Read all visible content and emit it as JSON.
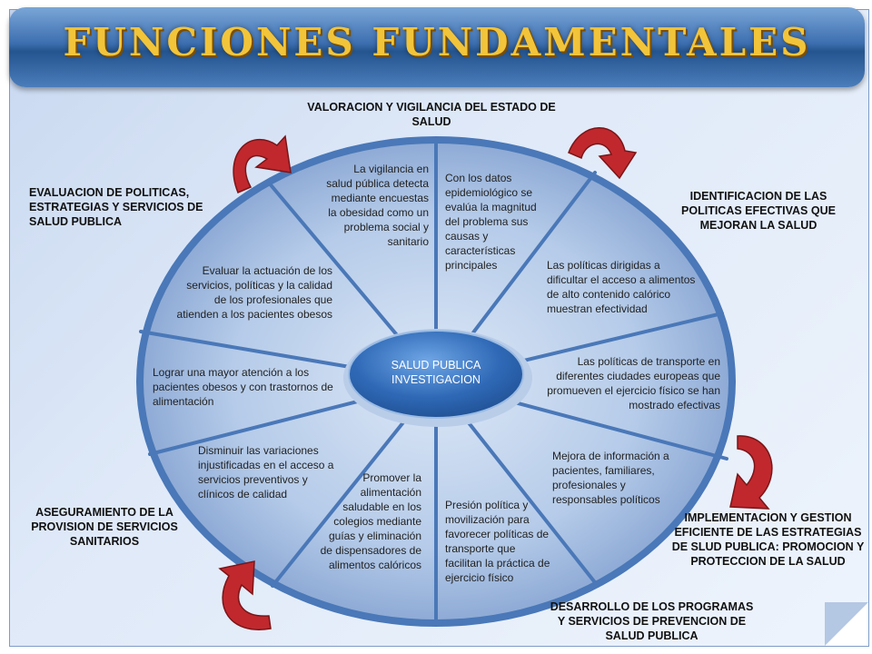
{
  "title": "FUNCIONES FUNDAMENTALES",
  "center": {
    "line1": "SALUD PUBLICA",
    "line2": "INVESTIGACION"
  },
  "labels": {
    "top": "VALORACION Y VIGILANCIA DEL ESTADO DE SALUD",
    "top_right": "IDENTIFICACION DE LAS POLITICAS EFECTIVAS QUE MEJORAN LA SALUD",
    "top_left": "EVALUACION DE POLITICAS, ESTRATEGIAS Y SERVICIOS DE SALUD PUBLICA",
    "bottom_left": "ASEGURAMIENTO DE LA PROVISION DE SERVICIOS SANITARIOS",
    "bottom_right": "IMPLEMENTACION Y GESTION EFICIENTE DE LAS ESTRATEGIAS DE SLUD PUBLICA: PROMOCION Y PROTECCION DE LA SALUD",
    "bottom": "DESARROLLO DE LOS PROGRAMAS Y SERVICIOS DE PREVENCION DE SALUD PUBLICA"
  },
  "segments": {
    "s1": "La vigilancia en salud pública detecta mediante encuestas la obesidad como un problema social y sanitario",
    "s2": "Con los datos epidemiológico se evalúa la magnitud del problema sus causas y características principales",
    "s3": "Las políticas dirigidas a dificultar el acceso a alimentos de alto contenido calórico muestran efectividad",
    "s4": "Las políticas de transporte en diferentes ciudades europeas que promueven el ejercicio físico se han mostrado efectivas",
    "s5": "Mejora de información a pacientes, familiares, profesionales y responsables políticos",
    "s6": "Presión política y movilización para favorecer políticas de transporte que facilitan la práctica de ejercicio físico",
    "s7": "Promover la alimentación saludable en los colegios mediante guías y eliminación de dispensadores de alimentos calóricos",
    "s8": "Disminuir las variaciones injustificadas en el acceso a servicios preventivos y clínicos de calidad",
    "s9": "Lograr una mayor atención a los pacientes obesos y con trastornos de alimentación",
    "s10": "Evaluar la actuación de los servicios, políticas y la calidad de los profesionales que atienden a los pacientes obesos"
  },
  "colors": {
    "banner": "#3d6fb0",
    "title": "#f2c43a",
    "wheel": "#9db7de",
    "spokes": "#4a78b8",
    "hub": "#3b78c8",
    "arrows": "#c0282d"
  },
  "icons": [
    "curved-arrow-icon",
    "curved-arrow-icon",
    "curved-arrow-icon",
    "curved-arrow-icon"
  ]
}
